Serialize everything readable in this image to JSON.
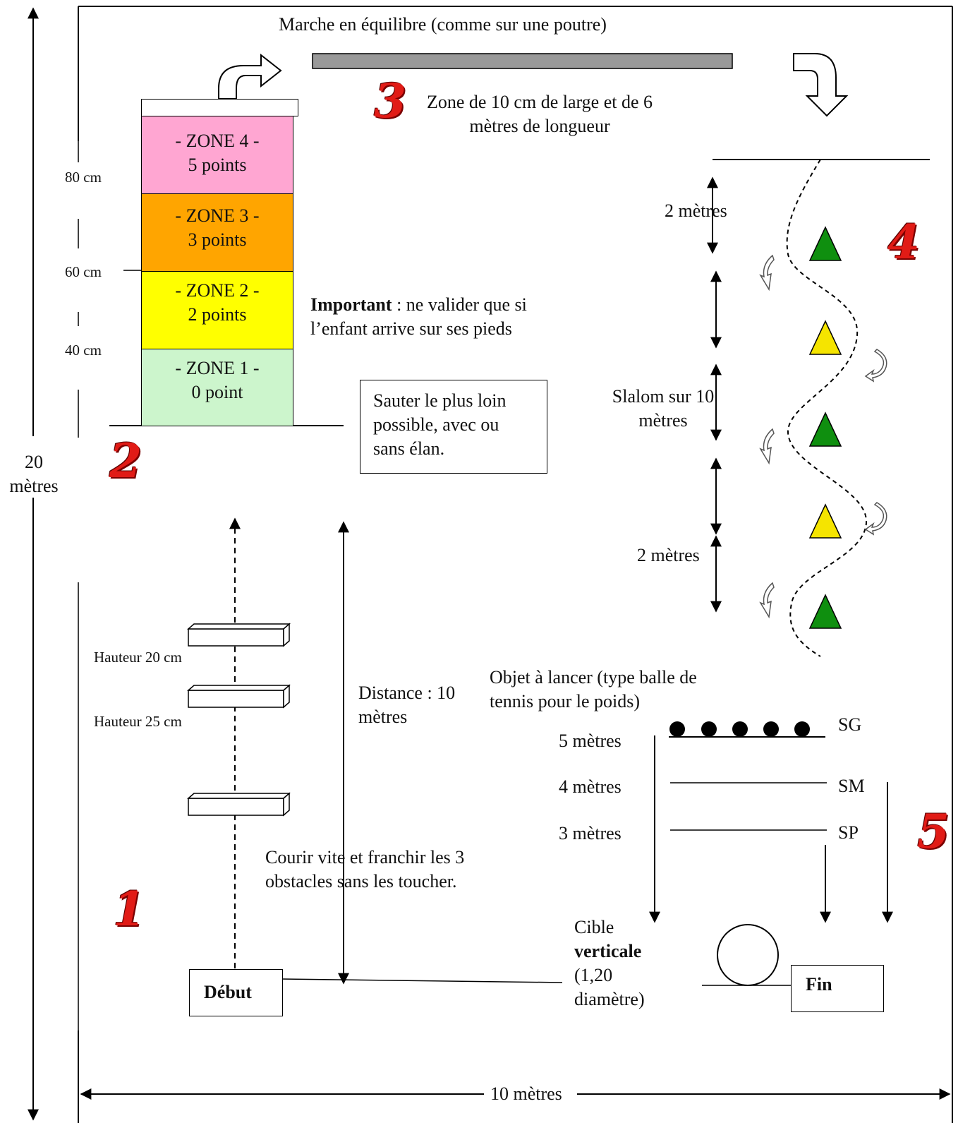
{
  "top_label": "Marche en équilibre (comme sur une poutre)",
  "beam_desc": "Zone de 10 cm de large et de 6 mètres de longueur",
  "station_numbers": {
    "s1": "1",
    "s2": "2",
    "s3": "3",
    "s4": "4",
    "s5": "5"
  },
  "total_height": "20 mètres",
  "total_width": "10 mètres",
  "jump": {
    "zones": [
      {
        "title": "- ZONE 4 -",
        "points": "5 points",
        "color": "#ffa6d2"
      },
      {
        "title": "- ZONE 3 -",
        "points": "3 points",
        "color": "#ffa500"
      },
      {
        "title": "- ZONE 2 -",
        "points": "2 points",
        "color": "#ffff00"
      },
      {
        "title": "- ZONE 1 -",
        "points": "0 point",
        "color": "#ccf5cc"
      }
    ],
    "marks": [
      "80 cm",
      "60 cm",
      "40 cm"
    ],
    "important_bold": "Important",
    "important_rest": " : ne valider que si l’enfant arrive sur ses pieds",
    "instruction": "Sauter le plus loin possible, avec ou sans élan."
  },
  "slalom": {
    "label": "Slalom sur 10 mètres",
    "top_dist": "2 mètres",
    "bottom_dist": "2 mètres",
    "cone_colors": [
      "#0f8f0f",
      "#f5e400",
      "#0f8f0f",
      "#f5e400",
      "#0f8f0f"
    ]
  },
  "hurdles": {
    "h1": "Hauteur 20 cm",
    "h2": "Hauteur 25 cm",
    "distance": "Distance : 10 mètres",
    "instruction": "Courir vite et franchir les 3 obstacles sans les toucher.",
    "start": "Début"
  },
  "throw": {
    "object": "Objet à lancer (type balle de tennis pour le poids)",
    "lines": [
      {
        "dist": "5 mètres",
        "code": "SG"
      },
      {
        "dist": "4 mètres",
        "code": "SM"
      },
      {
        "dist": "3 mètres",
        "code": "SP"
      }
    ],
    "target_1": "Cible",
    "target_2": "verticale",
    "target_3": "(1,20 diamètre)",
    "end": "Fin"
  }
}
